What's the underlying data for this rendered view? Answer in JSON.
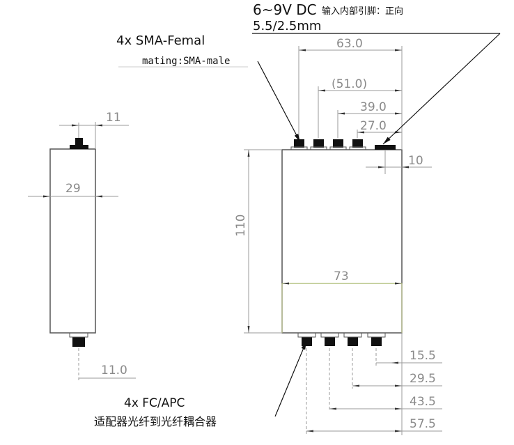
{
  "labels": {
    "dc_line1": "6~9V DC",
    "dc_note": "输入内部引脚：正向",
    "dc_line2": "5.5/2.5mm",
    "sma_line1": "4x SMA-Femal",
    "sma_line2": "mating:SMA-male",
    "fc_line1": "4x FC/APC",
    "fc_line2": "适配器光纤到光纤耦合器"
  },
  "dimensions": {
    "side_top": "11",
    "side_width": "29",
    "side_bottom": "11.0",
    "front_63": "63.0",
    "front_51": "(51.0)",
    "front_39": "39.0",
    "front_27": "27.0",
    "front_10": "10",
    "front_height": "110",
    "front_width": "73",
    "bottom_15": "15.5",
    "bottom_29": "29.5",
    "bottom_43": "43.5",
    "bottom_57": "57.5"
  },
  "colors": {
    "width_dim_line": "#a8b86a"
  }
}
